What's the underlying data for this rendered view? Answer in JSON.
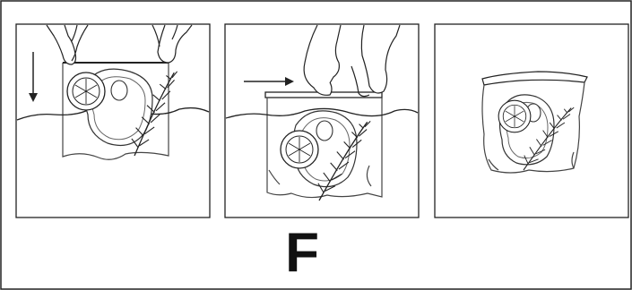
{
  "figure": {
    "step_label": "F",
    "panels": [
      {
        "id": "panel-1",
        "arrow": "down",
        "contents": [
          "bag",
          "steak",
          "lemon-slice",
          "rosemary-sprig"
        ],
        "hands": "holding-bag-rim",
        "water": true
      },
      {
        "id": "panel-2",
        "arrow": "right",
        "contents": [
          "bag",
          "steak",
          "lemon-slice",
          "rosemary-sprig"
        ],
        "hands": "sealing-zipper",
        "water": true
      },
      {
        "id": "panel-3",
        "arrow": "none",
        "contents": [
          "sealed-bag",
          "steak",
          "lemon-slice",
          "rosemary-sprig"
        ],
        "hands": "none",
        "water": false
      }
    ],
    "colors": {
      "line": "#222222",
      "bag_line": "#555555",
      "background": "#ffffff"
    }
  }
}
